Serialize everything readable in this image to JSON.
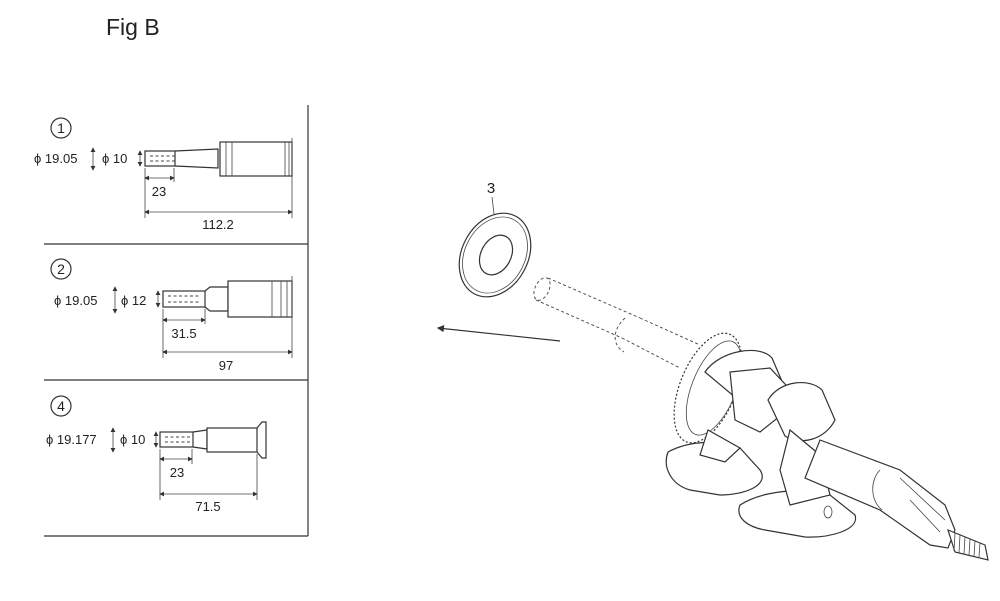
{
  "figure": {
    "title": "Fig B"
  },
  "panels": [
    {
      "number": "1",
      "outer_diameter": "ϕ 19.05",
      "inner_diameter": "ϕ 10",
      "short_length": "23",
      "total_length": "112.2"
    },
    {
      "number": "2",
      "outer_diameter": "ϕ 19.05",
      "inner_diameter": "ϕ 12",
      "short_length": "31.5",
      "total_length": "97"
    },
    {
      "number": "4",
      "outer_diameter": "ϕ 19.177",
      "inner_diameter": "ϕ 10",
      "short_length": "23",
      "total_length": "71.5"
    }
  ],
  "assembly": {
    "washer_callout": "3"
  }
}
